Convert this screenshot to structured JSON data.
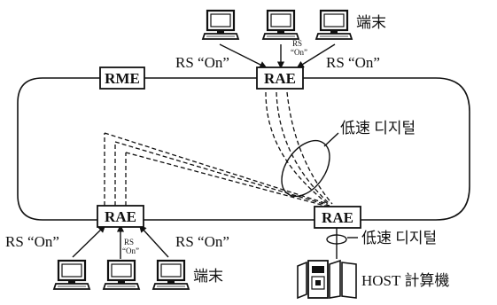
{
  "nodes": {
    "rme": "RME",
    "rae_top": "RAE",
    "rae_left": "RAE",
    "rae_right": "RAE"
  },
  "labels": {
    "rs_on": "RS “On”",
    "rs_on_small_top": "RS",
    "rs_on_small_bottom": "“On”",
    "terminal": "端末",
    "low_speed_digital": "低速 디지털",
    "host_computer": "HOST 計算機"
  },
  "icons": {
    "terminal": "terminal-icon",
    "host": "host-computer-icon"
  },
  "colors": {
    "line": "#111111",
    "background": "#ffffff"
  }
}
